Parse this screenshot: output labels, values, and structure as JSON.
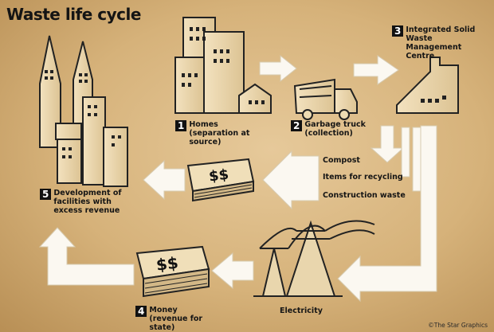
{
  "title": "Waste life cycle",
  "steps": [
    {
      "num": "1",
      "label": "Homes (separation at source)"
    },
    {
      "num": "2",
      "label": "Garbage truck (collection)"
    },
    {
      "num": "3",
      "label": "Integrated Solid Waste Management Centre"
    },
    {
      "num": "4",
      "label": "Money (revenue for state)"
    },
    {
      "num": "5",
      "label": "Development of facilities with excess revenue"
    }
  ],
  "outputs": [
    "Compost",
    "Items for recycling",
    "Construction waste"
  ],
  "electricity": "Electricity",
  "money_symbol": "$$",
  "credit": "©The Star Graphics"
}
